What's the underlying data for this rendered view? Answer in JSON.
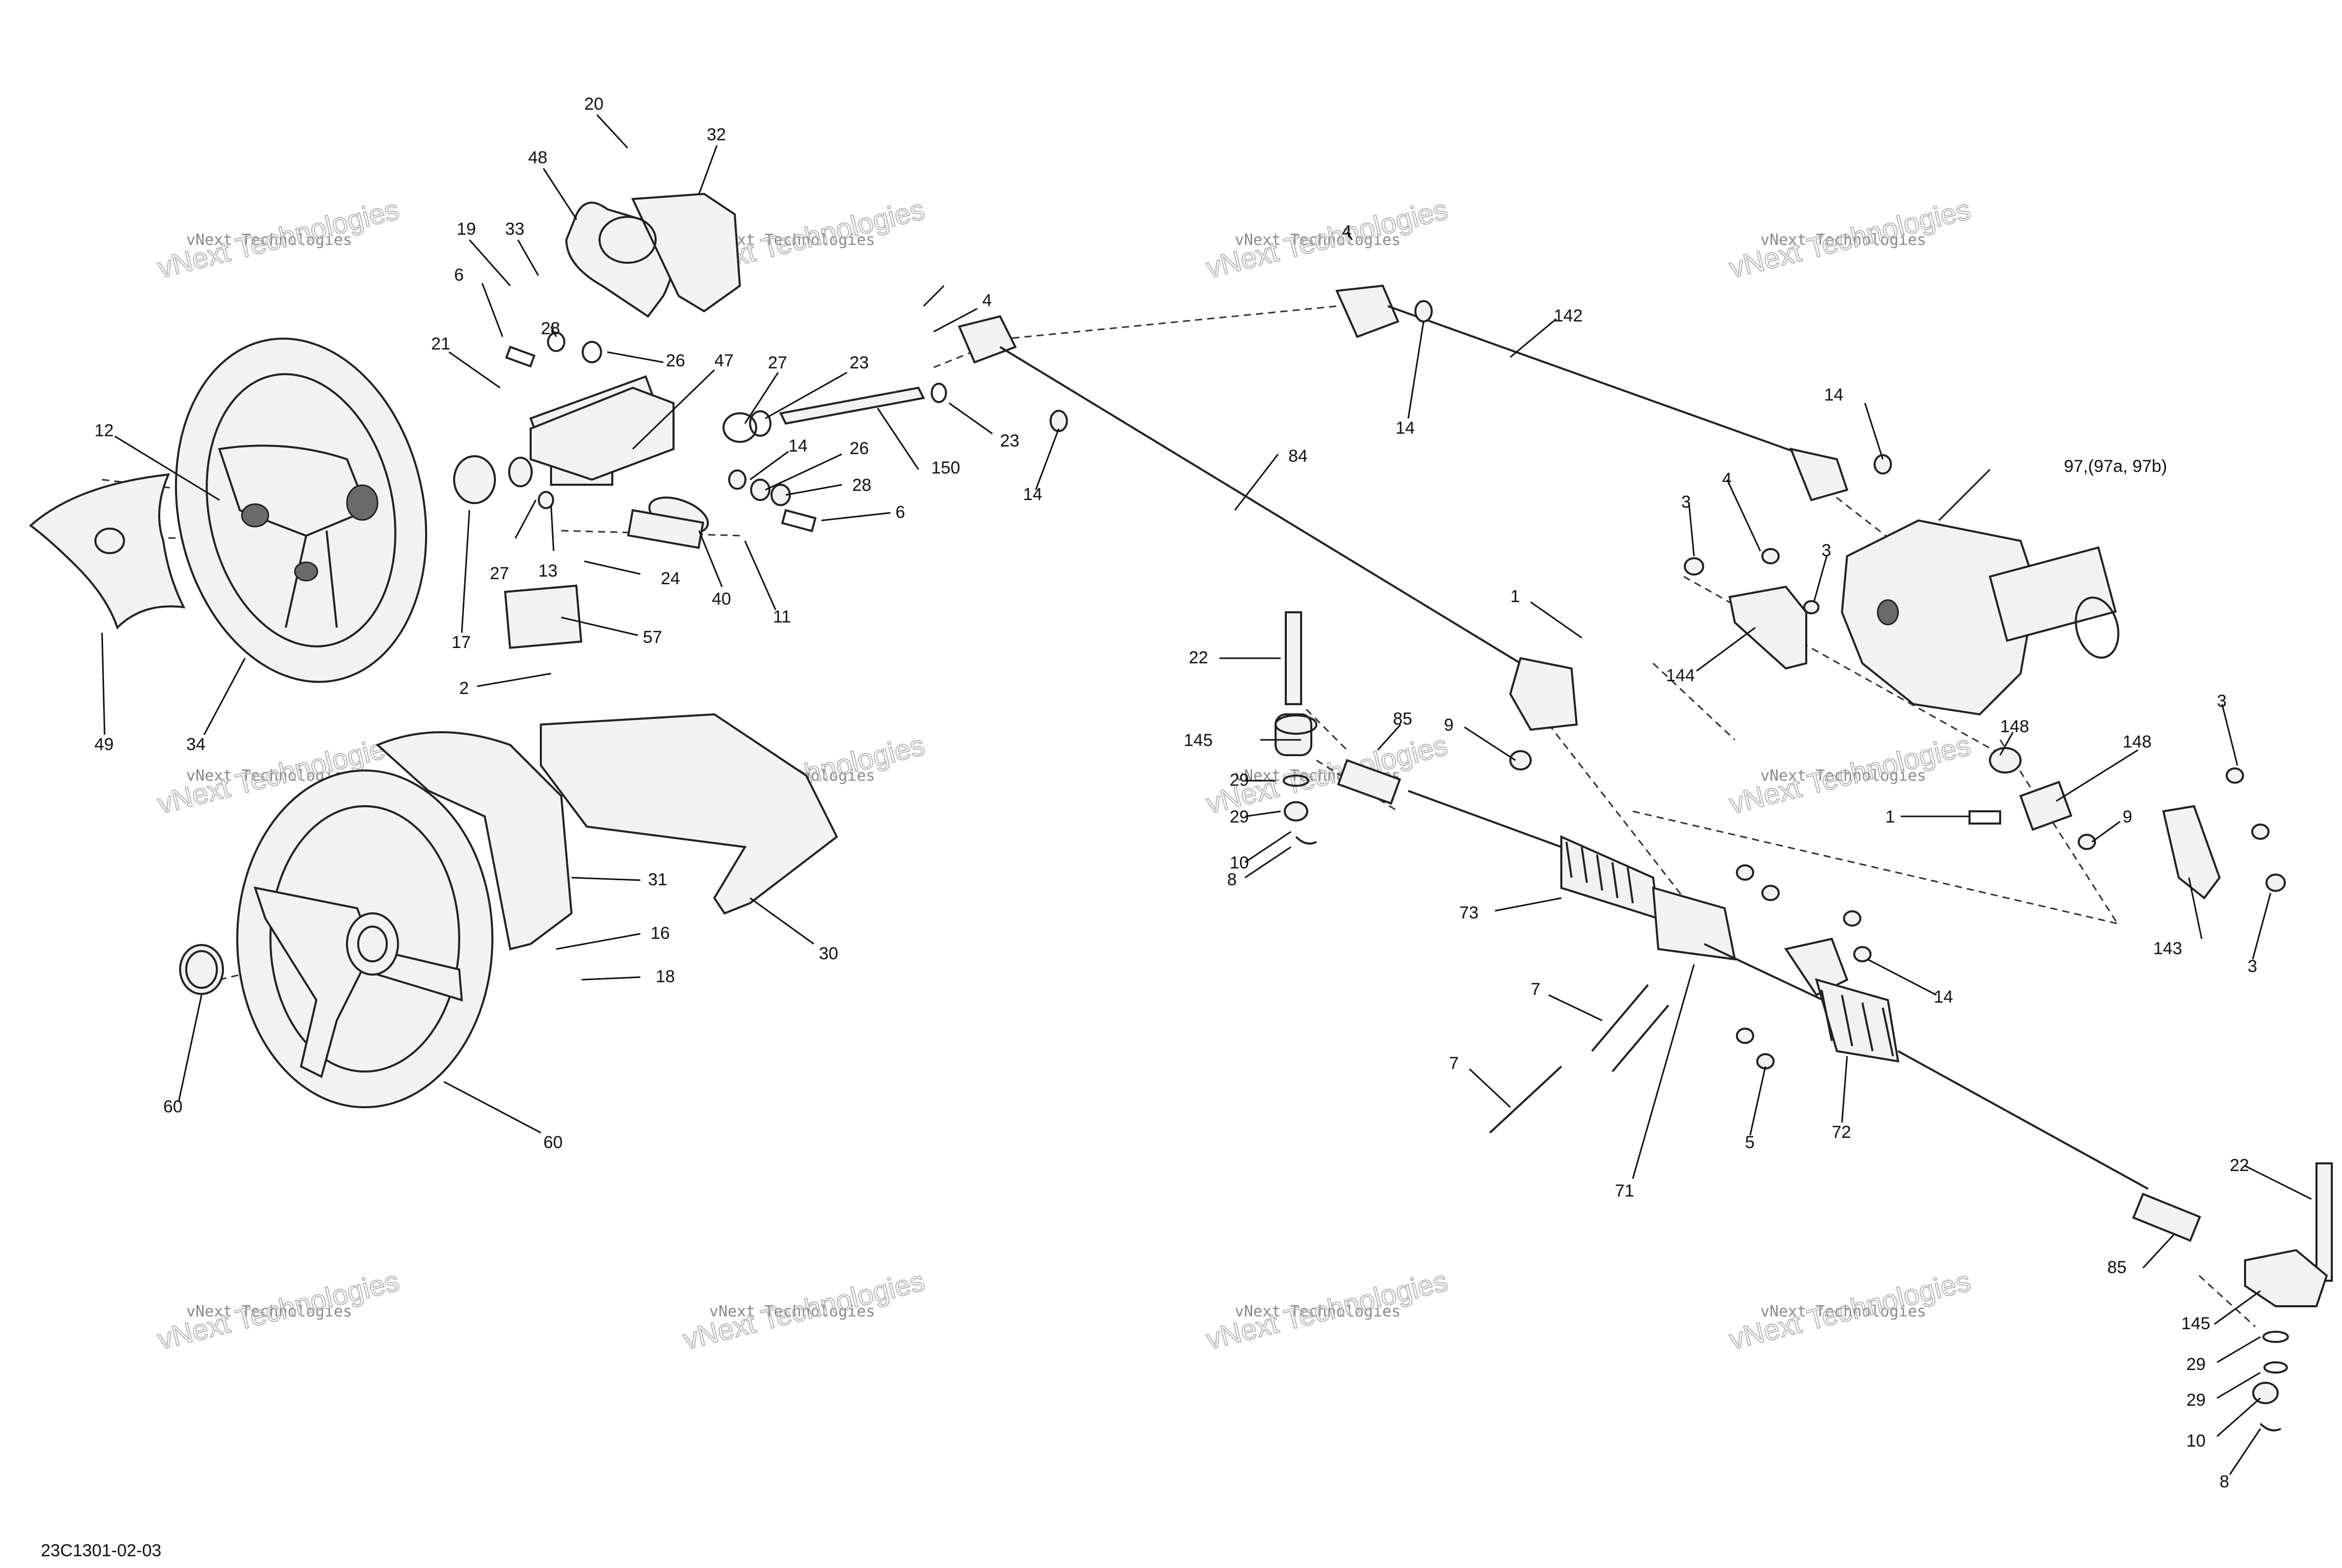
{
  "diagram": {
    "reference_code": "23C1301-02-03",
    "watermark_small": "vNext Technologies",
    "watermark_large": "vNext Technologies",
    "callouts": {
      "c20": "20",
      "c32": "32",
      "c48": "48",
      "c19": "19",
      "c33": "33",
      "c6a": "6",
      "c28a": "28",
      "c26a": "26",
      "c47": "47",
      "c21": "21",
      "c12": "12",
      "c27a": "27",
      "c23a": "23",
      "c14a": "14",
      "c26b": "26",
      "c28b": "28",
      "c6b": "6",
      "c150": "150",
      "c23b": "23",
      "c4a": "4",
      "c14b": "14",
      "c84": "84",
      "c4b": "4",
      "c142": "142",
      "c14c": "14",
      "c14d": "14",
      "c97": "97,(97a, 97b)",
      "c4c": "4",
      "c3a": "3",
      "c3b": "3",
      "c27b": "27",
      "c13": "13",
      "c24": "24",
      "c40": "40",
      "c11": "11",
      "c17": "17",
      "c57": "57",
      "c2": "2",
      "c49": "49",
      "c34": "34",
      "c1a": "1",
      "c22a": "22",
      "c145a": "145",
      "c85a": "85",
      "c9a": "9",
      "c29a": "29",
      "c29b": "29",
      "c10a": "10",
      "c8a": "8",
      "c144": "144",
      "c148a": "148",
      "c148b": "148",
      "c3c": "3",
      "c1b": "1",
      "c9b": "9",
      "c143": "143",
      "c3d": "3",
      "c31": "31",
      "c30": "30",
      "c16": "16",
      "c18": "18",
      "c60a": "60",
      "c60b": "60",
      "c73": "73",
      "c7a": "7",
      "c7b": "7",
      "c14e": "14",
      "c5": "5",
      "c72": "72",
      "c71": "71",
      "c22b": "22",
      "c85b": "85",
      "c145b": "145",
      "c29c": "29",
      "c29d": "29",
      "c10b": "10",
      "c8b": "8"
    }
  }
}
